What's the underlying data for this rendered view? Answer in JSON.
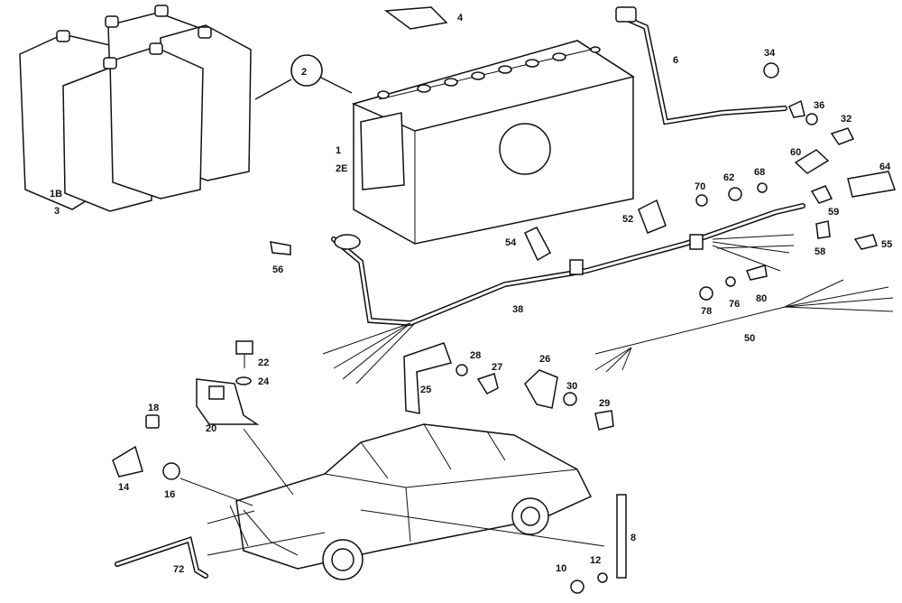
{
  "callouts": {
    "c1": "1",
    "c2": "2",
    "c2E": "2E",
    "c3": "3",
    "c4": "4",
    "c6": "6",
    "c8": "8",
    "c10": "10",
    "c12": "12",
    "c14": "14",
    "c16": "16",
    "c18": "18",
    "c1B": "1B",
    "c20": "20",
    "c22": "22",
    "c24": "24",
    "c25": "25",
    "c26": "26",
    "c27": "27",
    "c28": "28",
    "c29": "29",
    "c30": "30",
    "c32": "32",
    "c34": "34",
    "c36": "36",
    "c38": "38",
    "c50": "50",
    "c52": "52",
    "c54": "54",
    "c55": "55",
    "c56": "56",
    "c58": "58",
    "c59": "59",
    "c60": "60",
    "c62": "62",
    "c64": "64",
    "c68": "68",
    "c70": "70",
    "c72": "72",
    "c76": "76",
    "c78": "78",
    "c80": "80"
  }
}
